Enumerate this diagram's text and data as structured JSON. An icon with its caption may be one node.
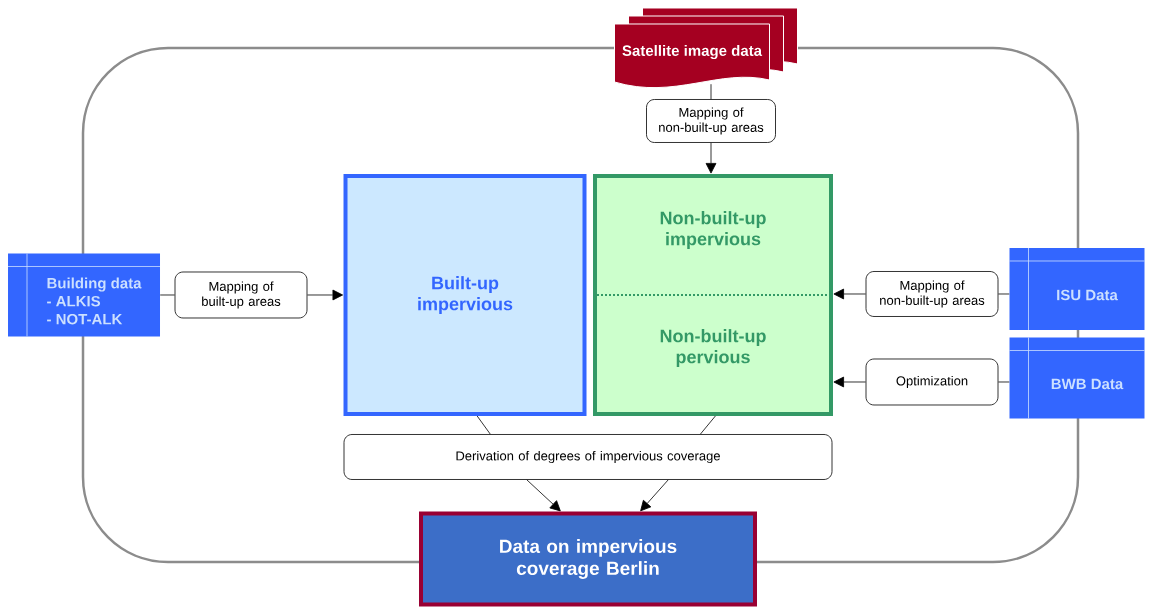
{
  "diagram": {
    "nodes": [
      {
        "text": [
          "Satellite image data"
        ]
      },
      {
        "text": [
          "Mapping of non-built-up areas"
        ]
      },
      {
        "text": [
          "Building data",
          "- ALKIS",
          "- NOT-ALK"
        ]
      },
      {
        "text": [
          "Mapping of built-up areas"
        ]
      },
      {
        "text": [
          "Built-up impervious"
        ]
      },
      {
        "text": [
          "Non-built-up impervious",
          "Non-built-up pervious"
        ]
      },
      {
        "text": [
          "Mapping of non-built-up areas"
        ]
      },
      {
        "text": [
          "ISU Data"
        ]
      },
      {
        "text": [
          "Optimization"
        ]
      },
      {
        "text": [
          "BWB Data"
        ]
      },
      {
        "text": [
          "Derivation of degrees of impervious coverage"
        ]
      },
      {
        "text": [
          "Data on impervious coverage Berlin"
        ]
      }
    ],
    "edges": [
      {
        "from": 0,
        "to": 1,
        "arrow": "none"
      },
      {
        "from": 1,
        "to": 5,
        "arrow": "to"
      },
      {
        "from": 2,
        "to": 3,
        "arrow": "none"
      },
      {
        "from": 3,
        "to": 4,
        "arrow": "to"
      },
      {
        "from": 7,
        "to": 6,
        "arrow": "none"
      },
      {
        "from": 6,
        "to": 5,
        "arrow": "to"
      },
      {
        "from": 9,
        "to": 8,
        "arrow": "none"
      },
      {
        "from": 8,
        "to": 5,
        "arrow": "to"
      },
      {
        "from": 4,
        "to": 10,
        "arrow": "none"
      },
      {
        "from": 5,
        "to": 10,
        "arrow": "none"
      },
      {
        "from": 10,
        "to": 11,
        "arrow": "to"
      },
      {
        "from": 10,
        "to": 11,
        "arrow": "to"
      }
    ]
  }
}
